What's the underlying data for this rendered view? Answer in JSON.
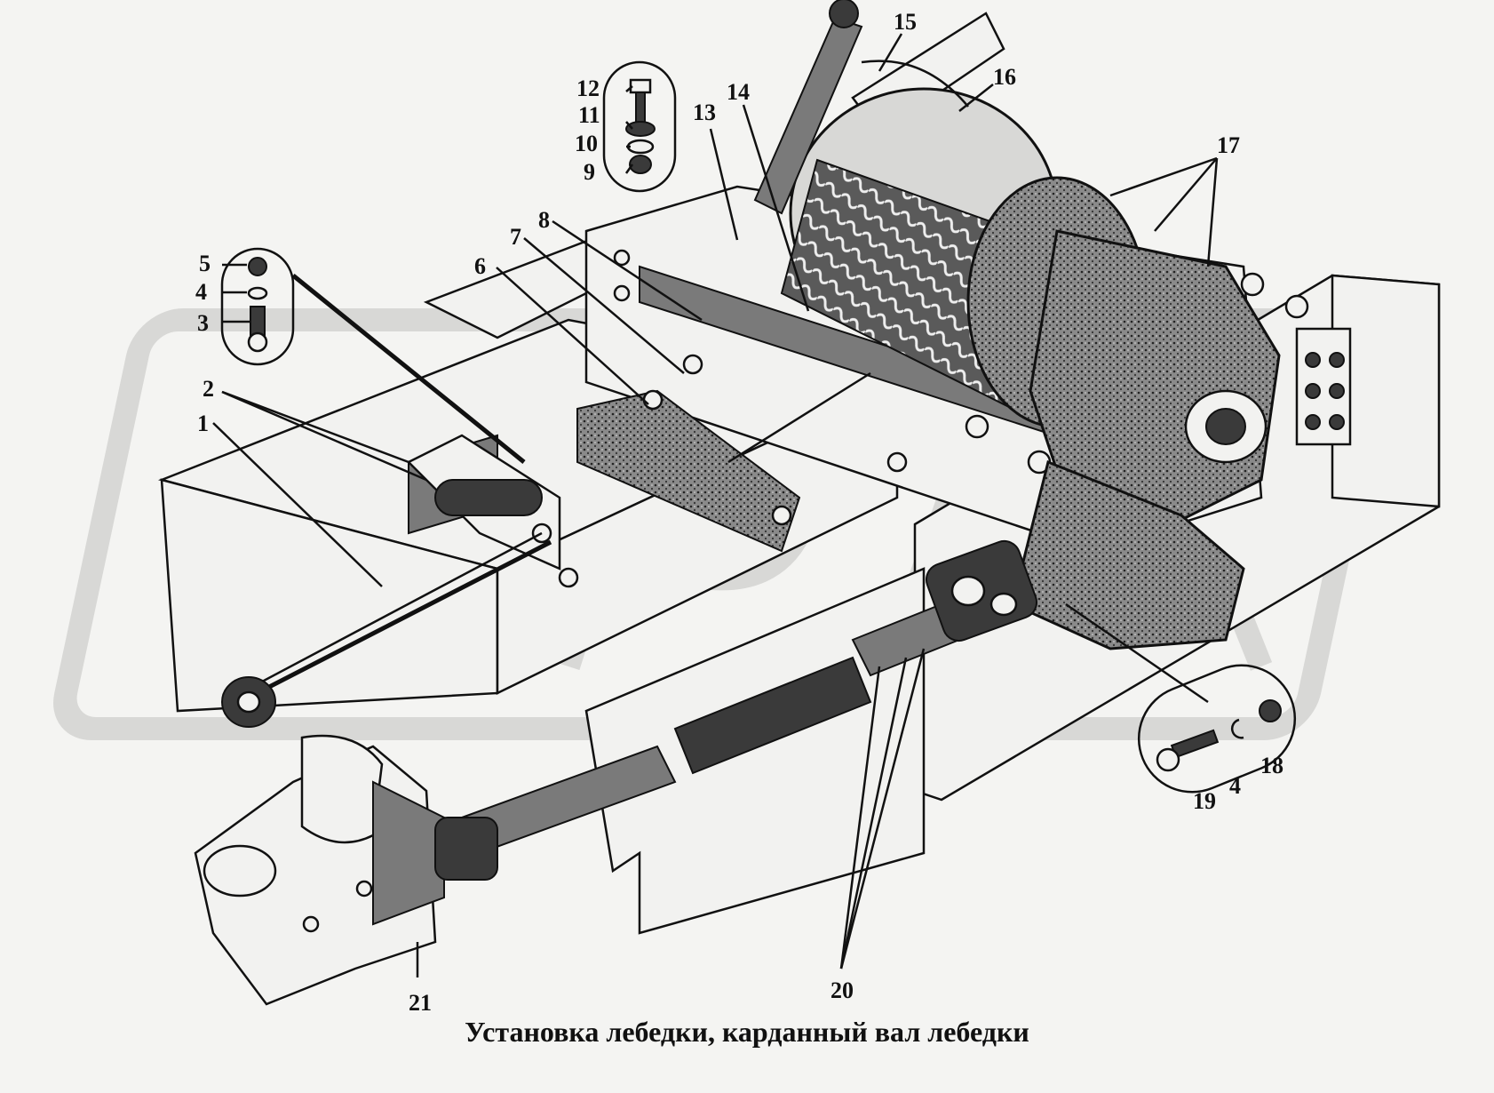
{
  "caption": "Установка лебедки, карданный вал  лебедки",
  "callouts": {
    "c1": "1",
    "c2": "2",
    "c3": "3",
    "c4": "4",
    "c5": "5",
    "c6": "6",
    "c7": "7",
    "c8": "8",
    "c9": "9",
    "c10": "10",
    "c11": "11",
    "c12": "12",
    "c13": "13",
    "c14": "14",
    "c15": "15",
    "c16": "16",
    "c17": "17",
    "c18": "18",
    "c19": "19",
    "c4b": "4",
    "c20": "20",
    "c21": "21"
  },
  "watermark": "OPEX"
}
